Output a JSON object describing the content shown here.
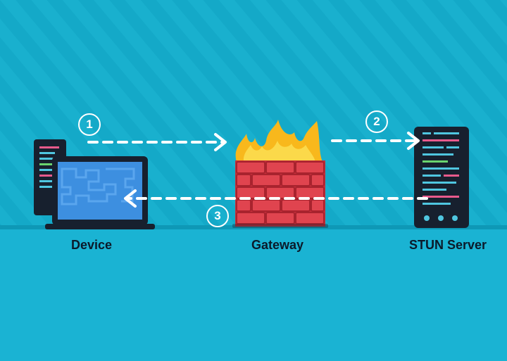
{
  "nodes": {
    "device": {
      "label": "Device"
    },
    "gateway": {
      "label": "Gateway"
    },
    "stun_server": {
      "label": "STUN Server"
    }
  },
  "steps": [
    {
      "number": "1"
    },
    {
      "number": "2"
    },
    {
      "number": "3"
    }
  ],
  "colors": {
    "background": "#14a9c8",
    "floor": "#1ab3d3",
    "firewall": "#d93a45",
    "flame": "#f8b81c",
    "arrow": "#ffffff",
    "screen": "#3d8fe0"
  }
}
